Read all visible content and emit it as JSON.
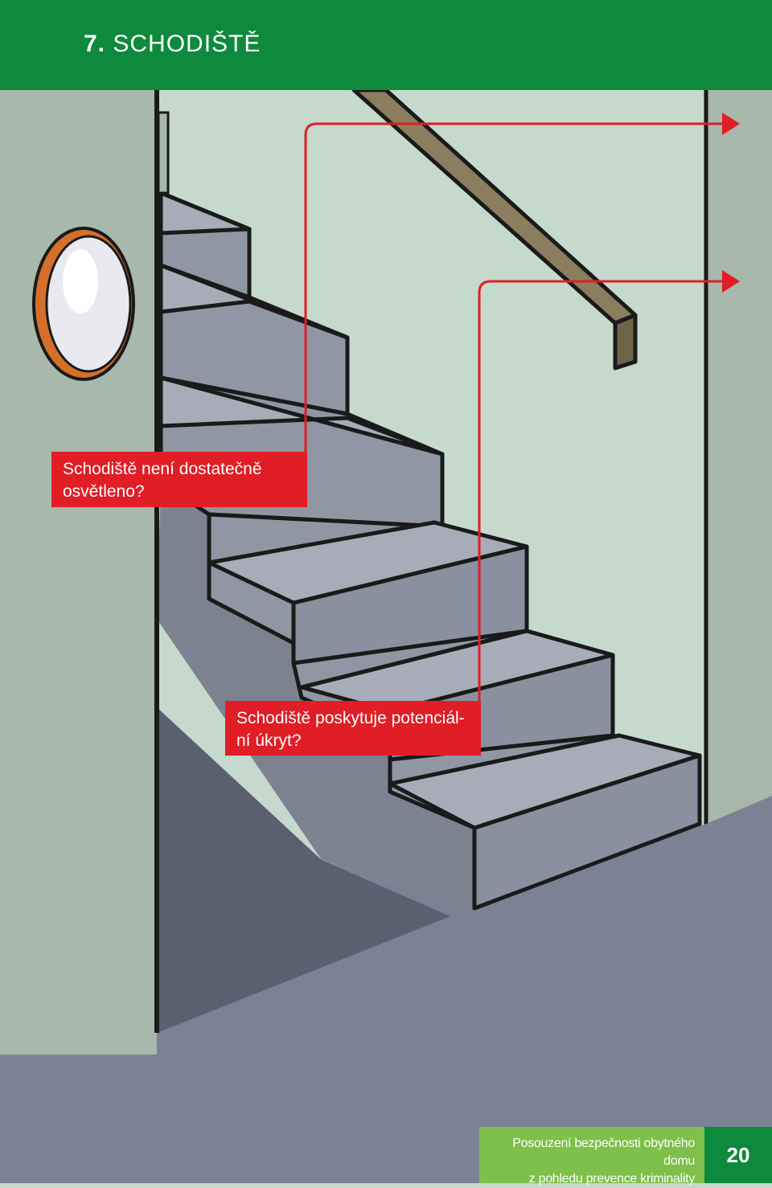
{
  "header": {
    "number": "7.",
    "title": "SCHODIŠTĚ",
    "color": "#0d8a3c"
  },
  "callouts": [
    {
      "line1": "Schodiště není dostatečně",
      "line2": "osvětleno?"
    },
    {
      "line1": "Schodiště poskytuje potenciál-",
      "line2": "ní úkryt?"
    }
  ],
  "footer": {
    "line1": "Posouzení bezpečnosti obytného domu",
    "line2": "z pohledu prevence kriminality",
    "page_number": "20",
    "color": "#7ec04a"
  },
  "accent_color": "#e11d26"
}
